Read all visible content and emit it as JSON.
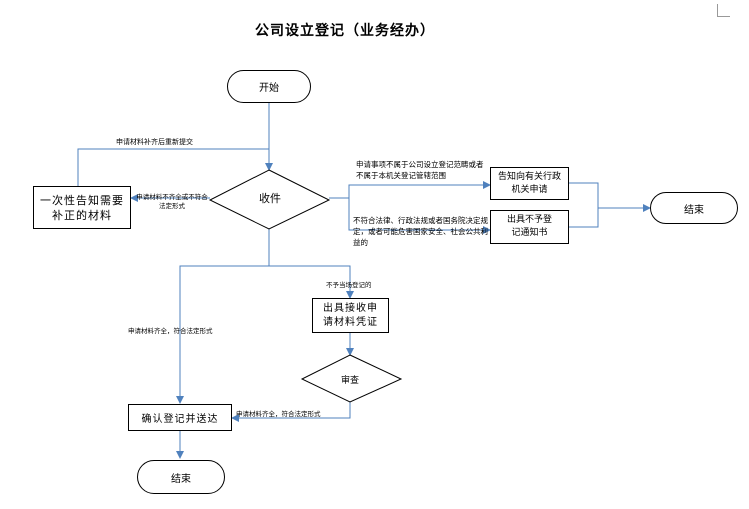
{
  "title": "公司设立登记（业务经办）",
  "nodes": {
    "start": "开始",
    "receive": "收件",
    "correction_notice": "一次性告知需要补正的材料",
    "inform_apply": "告知向有关行政机关申请",
    "not_register_notice": "出具不予登记通知书",
    "end_right": "结束",
    "receipt_voucher": "出具接收申请材料凭证",
    "review": "审查",
    "confirm_register": "确认登记并送达",
    "end_bottom": "结束"
  },
  "edge_labels": {
    "resubmit": "申请材料补齐后重新提交",
    "incomplete": "申请材料不齐全或不符合法定形式",
    "not_scope": "申请事项不属于公司设立登记范畴或者不属于本机关登记管辖范围",
    "not_comply": "不符合法律、行政法规或者国务院决定规定，或者可能危害国家安全、社会公共利益的",
    "not_onsite": "不予当场登记的",
    "complete_left": "申请材料齐全，符合法定形式",
    "complete_bottom": "申请材料齐全，符合法定形式"
  }
}
